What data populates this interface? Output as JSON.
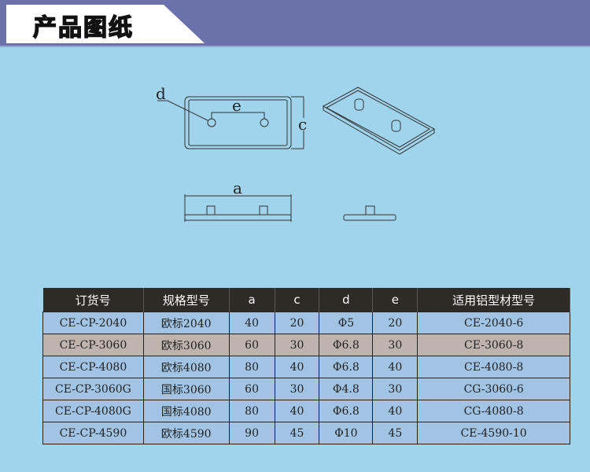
{
  "header": {
    "title": "产品图纸"
  },
  "drawing": {
    "labels": {
      "a": "a",
      "c": "c",
      "d": "d",
      "e": "e"
    }
  },
  "table": {
    "headers": [
      "订货号",
      "规格型号",
      "a",
      "c",
      "d",
      "e",
      "适用铝型材型号"
    ],
    "rows": [
      [
        "CE-CP-2040",
        "欧标2040",
        "40",
        "20",
        "Φ5",
        "20",
        "CE-2040-6"
      ],
      [
        "CE-CP-3060",
        "欧标3060",
        "60",
        "30",
        "Φ6.8",
        "30",
        "CE-3060-8"
      ],
      [
        "CE-CP-4080",
        "欧标4080",
        "80",
        "40",
        "Φ6.8",
        "40",
        "CE-4080-8"
      ],
      [
        "CE-CP-3060G",
        "国标3060",
        "60",
        "30",
        "Φ4.8",
        "30",
        "CG-3060-6"
      ],
      [
        "CE-CP-4080G",
        "国标4080",
        "80",
        "40",
        "Φ6.8",
        "40",
        "CG-4080-8"
      ],
      [
        "CE-CP-4590",
        "欧标4590",
        "90",
        "45",
        "Φ10",
        "45",
        "CE-4590-10"
      ]
    ],
    "highlight_row": 1
  }
}
